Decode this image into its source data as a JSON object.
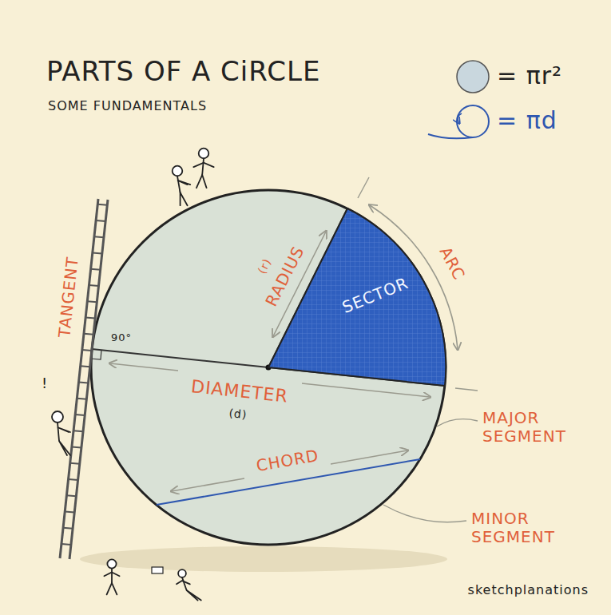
{
  "diagram": {
    "title": "PARTS OF A CiRCLE",
    "nodes": [
      {
        "text": [
          "SECTOR"
        ]
      }
    ],
    "labels": [
      "SOME FUNDAMENTALS",
      "= πr²",
      "= πd",
      "RADIUS",
      "(r)",
      "ARC",
      "TANGENT",
      "90°",
      "DIAMETER",
      "(d)",
      "CHORD",
      "MAJOR SEGMENT",
      "MINOR SEGMENT",
      "!",
      "sketchplanations"
    ]
  }
}
